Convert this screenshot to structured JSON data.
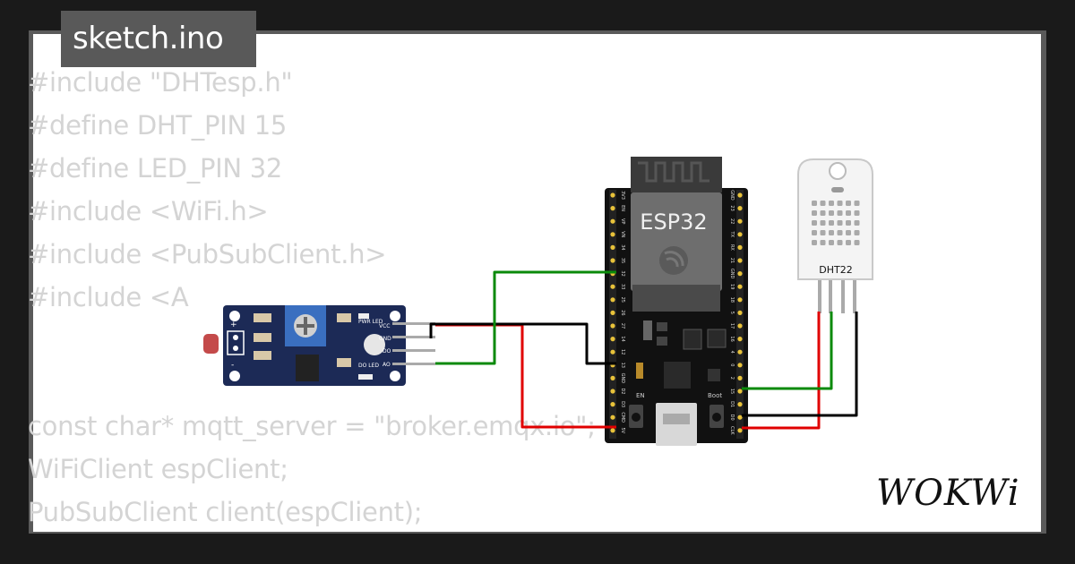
{
  "file_tab": {
    "name": "sketch.ino"
  },
  "code": {
    "lines": [
      "#include \"DHTesp.h\"",
      "#define DHT_PIN 15",
      "#define LED_PIN 32",
      "#include <WiFi.h>",
      "#include <PubSubClient.h>",
      "#include <A",
      "",
      "",
      "const char* mqtt_server = \"broker.emqx.io\";",
      "WiFiClient espClient;",
      "PubSubClient client(espClient);"
    ]
  },
  "components": {
    "esp32": {
      "label": "ESP32",
      "en_label": "EN",
      "boot_label": "Boot",
      "left_pins": [
        "3V3",
        "EN",
        "VP",
        "VN",
        "34",
        "35",
        "32",
        "33",
        "25",
        "26",
        "27",
        "14",
        "12",
        "13",
        "GND",
        "D2",
        "D3",
        "CMD",
        "5V"
      ],
      "right_pins": [
        "GND",
        "23",
        "22",
        "TX",
        "RX",
        "21",
        "GND",
        "19",
        "18",
        "5",
        "17",
        "16",
        "4",
        "0",
        "2",
        "15",
        "D1",
        "D0",
        "CLK"
      ]
    },
    "dht22": {
      "label": "DHT22"
    },
    "ldr_module": {
      "labels": [
        "PWR LED",
        "DO LED",
        "VCC",
        "GND",
        "DO",
        "AO",
        "+",
        "-"
      ]
    }
  },
  "wires": {
    "colors": {
      "red": "#e00000",
      "black": "#000000",
      "green": "#0a8a0a"
    }
  },
  "brand": {
    "name": "WOKWi"
  }
}
